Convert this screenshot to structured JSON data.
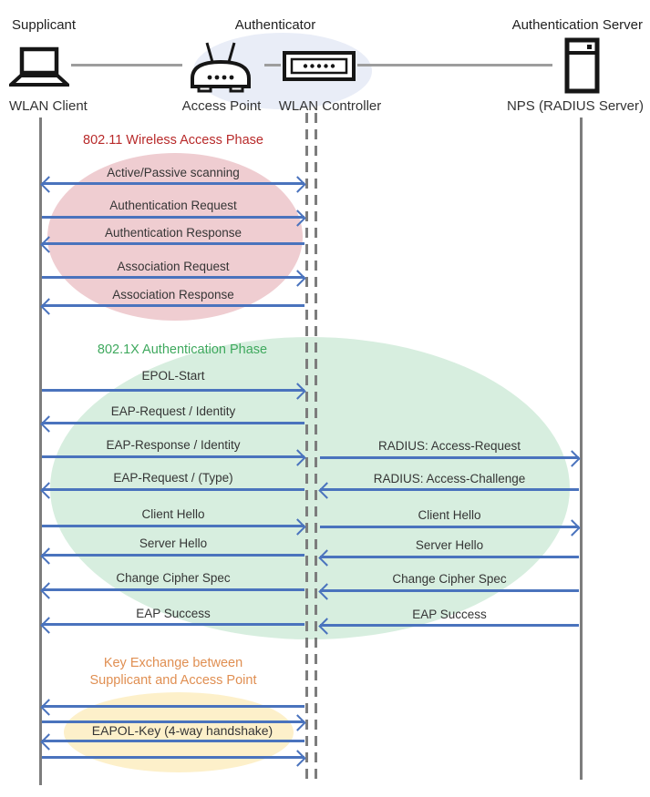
{
  "header": {
    "supplicant_role": "Supplicant",
    "authenticator_role": "Authenticator",
    "auth_server_role": "Authentication Server",
    "wlan_client": "WLAN Client",
    "access_point": "Access Point",
    "wlan_controller": "WLAN Controller",
    "nps": "NPS (RADIUS Server)"
  },
  "phases": {
    "wireless_access": {
      "label": "802.11 Wireless Access Phase",
      "color": "#b82a2a",
      "ellipse_fill": "#efcdd1"
    },
    "dot1x": {
      "label": "802.1X Authentication Phase",
      "color": "#3fa95e",
      "ellipse_fill": "#d7eedf"
    },
    "key_exchange": {
      "line1": "Key Exchange between",
      "line2": "Supplicant and Access Point",
      "color": "#e08f52",
      "ellipse_fill": "#fdf0ca"
    }
  },
  "left_messages": [
    {
      "label": "Active/Passive scanning",
      "direction": "both"
    },
    {
      "label": "Authentication Request",
      "direction": "right"
    },
    {
      "label": "Authentication Response",
      "direction": "left"
    },
    {
      "label": "Association Request",
      "direction": "right"
    },
    {
      "label": "Association Response",
      "direction": "left"
    },
    {
      "label": "EPOL-Start",
      "direction": "right"
    },
    {
      "label": "EAP-Request / Identity",
      "direction": "left"
    },
    {
      "label": "EAP-Response / Identity",
      "direction": "right"
    },
    {
      "label": "EAP-Request / (Type)",
      "direction": "left"
    },
    {
      "label": "Client Hello",
      "direction": "right"
    },
    {
      "label": "Server Hello",
      "direction": "left"
    },
    {
      "label": "Change Cipher Spec",
      "direction": "left"
    },
    {
      "label": "EAP Success",
      "direction": "left"
    }
  ],
  "right_messages": [
    {
      "label": "RADIUS: Access-Request",
      "direction": "right"
    },
    {
      "label": "RADIUS: Access-Challenge",
      "direction": "left"
    },
    {
      "label": "Client Hello",
      "direction": "right"
    },
    {
      "label": "Server Hello",
      "direction": "left"
    },
    {
      "label": "Change Cipher Spec",
      "direction": "left"
    },
    {
      "label": "EAP Success",
      "direction": "left"
    }
  ],
  "handshake": {
    "label": "EAPOL-Key (4-way handshake)",
    "arrow_directions": [
      "left",
      "right",
      "left",
      "right"
    ]
  },
  "colors": {
    "arrow_blue": "#4a73bd",
    "lifeline_gray": "#7d7d7d",
    "connector_gray": "#9d9d9d",
    "authenticator_ellipse_fill": "#e9edf7",
    "message_text": "#353535"
  }
}
